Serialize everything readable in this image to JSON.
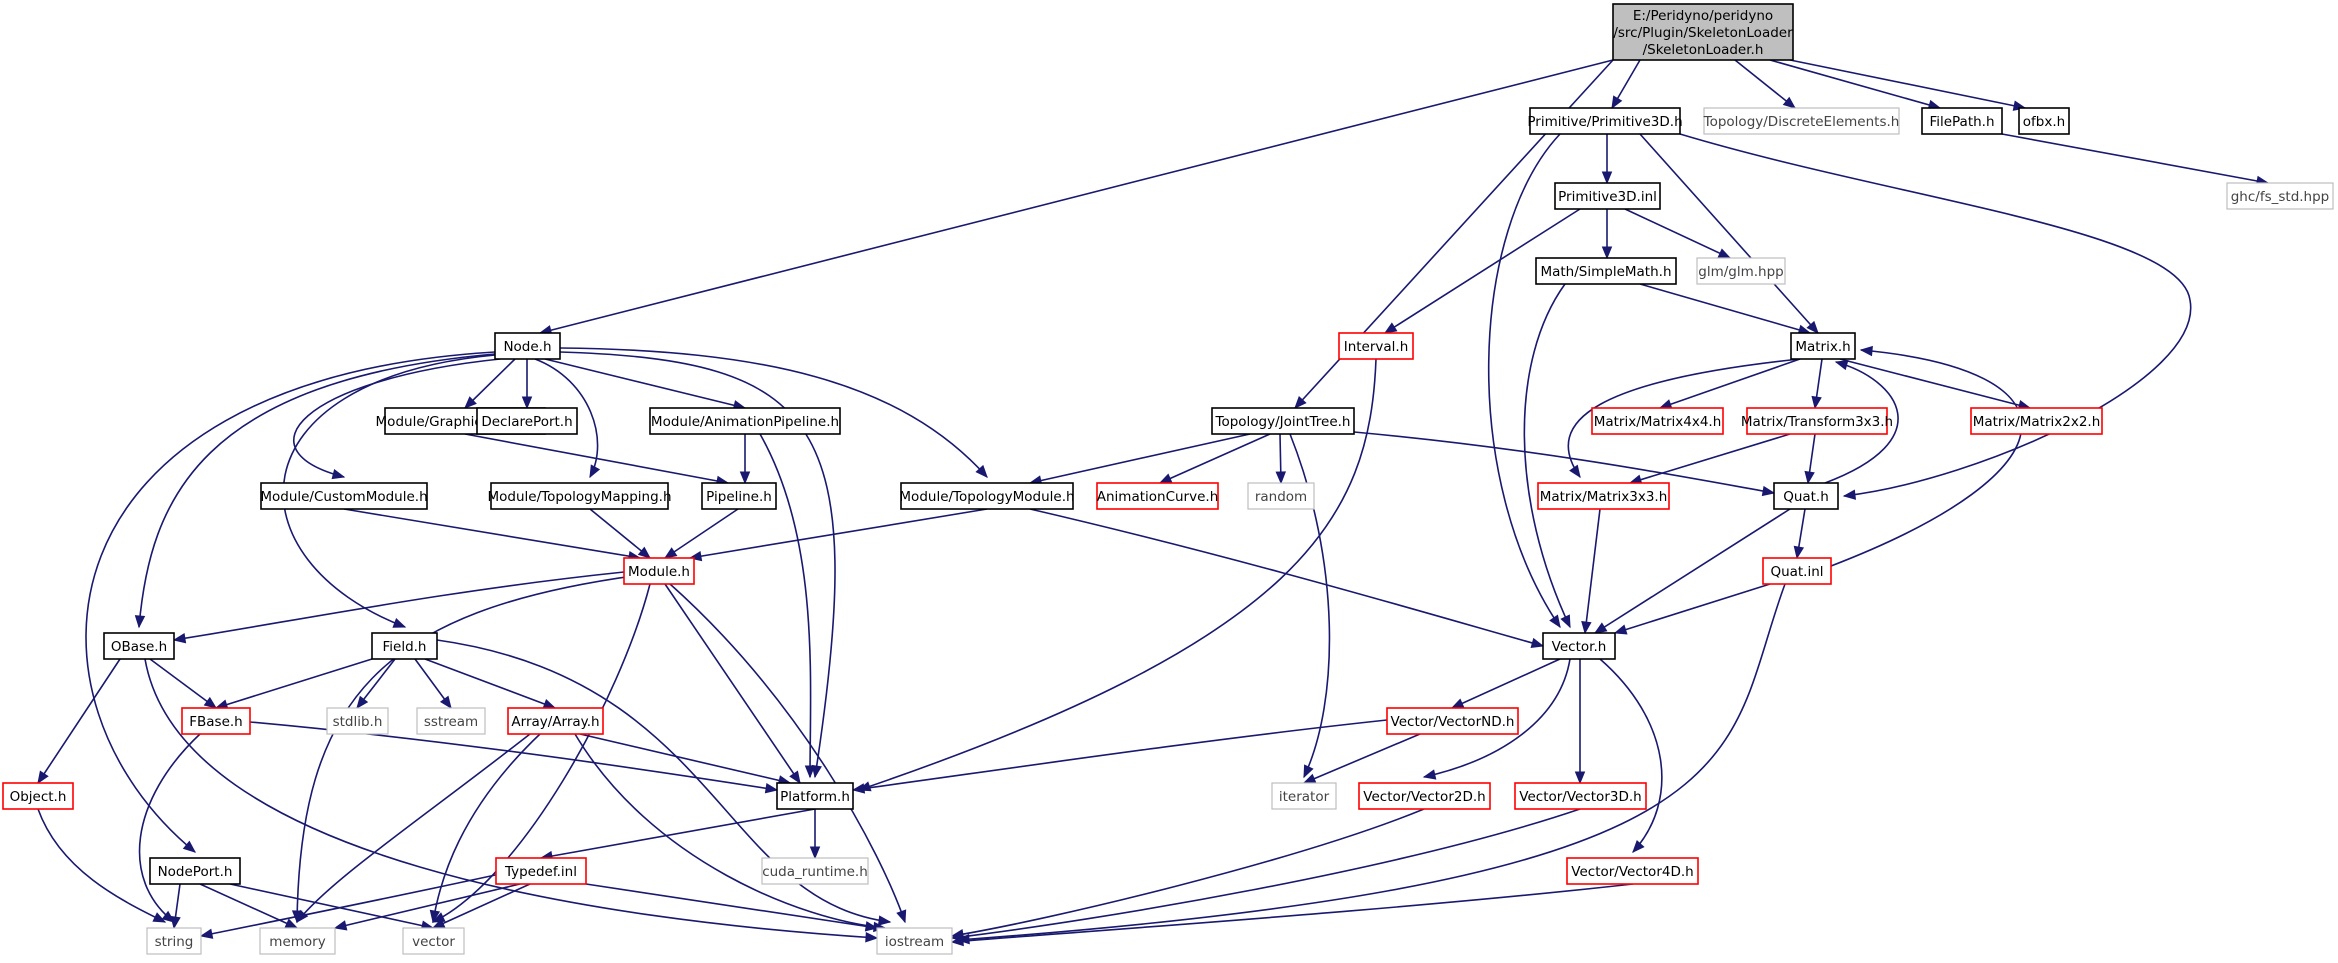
{
  "colors": {
    "edge": "#191970",
    "border_documented": "#000000",
    "border_undocumented": "#ff0000",
    "border_external": "#bfbfbf",
    "root_fill": "#bfbfbf",
    "node_fill": "#ffffff"
  },
  "nodes": [
    {
      "id": "root",
      "lines": [
        "E:/Peridyno/peridyno",
        "/src/Plugin/SkeletonLoader",
        "/SkeletonLoader.h"
      ],
      "kind": "root"
    },
    {
      "id": "prim3d",
      "lines": [
        "Primitive/Primitive3D.h"
      ],
      "kind": "doc"
    },
    {
      "id": "discrete",
      "lines": [
        "Topology/DiscreteElements.h"
      ],
      "kind": "ext"
    },
    {
      "id": "filepath",
      "lines": [
        "FilePath.h"
      ],
      "kind": "doc"
    },
    {
      "id": "ofbx",
      "lines": [
        "ofbx.h"
      ],
      "kind": "doc"
    },
    {
      "id": "fsstd",
      "lines": [
        "ghc/fs_std.hpp"
      ],
      "kind": "ext"
    },
    {
      "id": "prim3dinl",
      "lines": [
        "Primitive3D.inl"
      ],
      "kind": "doc"
    },
    {
      "id": "glm",
      "lines": [
        "glm/glm.hpp"
      ],
      "kind": "ext"
    },
    {
      "id": "simplemath",
      "lines": [
        "Math/SimpleMath.h"
      ],
      "kind": "doc"
    },
    {
      "id": "interval",
      "lines": [
        "Interval.h"
      ],
      "kind": "red"
    },
    {
      "id": "matrix",
      "lines": [
        "Matrix.h"
      ],
      "kind": "doc"
    },
    {
      "id": "node",
      "lines": [
        "Node.h"
      ],
      "kind": "doc"
    },
    {
      "id": "gfxpipe",
      "lines": [
        "Module/GraphicsPipeline.h"
      ],
      "kind": "doc"
    },
    {
      "id": "declport",
      "lines": [
        "DeclarePort.h"
      ],
      "kind": "doc"
    },
    {
      "id": "animpipe",
      "lines": [
        "Module/AnimationPipeline.h"
      ],
      "kind": "doc"
    },
    {
      "id": "jointtree",
      "lines": [
        "Topology/JointTree.h"
      ],
      "kind": "doc"
    },
    {
      "id": "m4x4",
      "lines": [
        "Matrix/Matrix4x4.h"
      ],
      "kind": "red"
    },
    {
      "id": "t3x3",
      "lines": [
        "Matrix/Transform3x3.h"
      ],
      "kind": "red"
    },
    {
      "id": "m2x2",
      "lines": [
        "Matrix/Matrix2x2.h"
      ],
      "kind": "red"
    },
    {
      "id": "custmod",
      "lines": [
        "Module/CustomModule.h"
      ],
      "kind": "doc"
    },
    {
      "id": "topomap",
      "lines": [
        "Module/TopologyMapping.h"
      ],
      "kind": "doc"
    },
    {
      "id": "pipeline",
      "lines": [
        "Pipeline.h"
      ],
      "kind": "doc"
    },
    {
      "id": "topomod",
      "lines": [
        "Module/TopologyModule.h"
      ],
      "kind": "doc"
    },
    {
      "id": "animcurve",
      "lines": [
        "AnimationCurve.h"
      ],
      "kind": "red"
    },
    {
      "id": "random",
      "lines": [
        "random"
      ],
      "kind": "ext"
    },
    {
      "id": "m3x3",
      "lines": [
        "Matrix/Matrix3x3.h"
      ],
      "kind": "red"
    },
    {
      "id": "quat",
      "lines": [
        "Quat.h"
      ],
      "kind": "doc"
    },
    {
      "id": "module",
      "lines": [
        "Module.h"
      ],
      "kind": "red"
    },
    {
      "id": "quatinl",
      "lines": [
        "Quat.inl"
      ],
      "kind": "red"
    },
    {
      "id": "obase",
      "lines": [
        "OBase.h"
      ],
      "kind": "doc"
    },
    {
      "id": "field",
      "lines": [
        "Field.h"
      ],
      "kind": "doc"
    },
    {
      "id": "vector",
      "lines": [
        "Vector.h"
      ],
      "kind": "doc"
    },
    {
      "id": "fbase",
      "lines": [
        "FBase.h"
      ],
      "kind": "red"
    },
    {
      "id": "stdlib",
      "lines": [
        "stdlib.h"
      ],
      "kind": "ext"
    },
    {
      "id": "sstream",
      "lines": [
        "sstream"
      ],
      "kind": "ext"
    },
    {
      "id": "array",
      "lines": [
        "Array/Array.h"
      ],
      "kind": "red"
    },
    {
      "id": "vecnd",
      "lines": [
        "Vector/VectorND.h"
      ],
      "kind": "red"
    },
    {
      "id": "object",
      "lines": [
        "Object.h"
      ],
      "kind": "red"
    },
    {
      "id": "platform",
      "lines": [
        "Platform.h"
      ],
      "kind": "doc"
    },
    {
      "id": "iterator",
      "lines": [
        "iterator"
      ],
      "kind": "ext"
    },
    {
      "id": "vec2d",
      "lines": [
        "Vector/Vector2D.h"
      ],
      "kind": "red"
    },
    {
      "id": "vec3d",
      "lines": [
        "Vector/Vector3D.h"
      ],
      "kind": "red"
    },
    {
      "id": "cudart",
      "lines": [
        "cuda_runtime.h"
      ],
      "kind": "ext"
    },
    {
      "id": "nodeport",
      "lines": [
        "NodePort.h"
      ],
      "kind": "doc"
    },
    {
      "id": "typedef",
      "lines": [
        "Typedef.inl"
      ],
      "kind": "red"
    },
    {
      "id": "vec4d",
      "lines": [
        "Vector/Vector4D.h"
      ],
      "kind": "red"
    },
    {
      "id": "string",
      "lines": [
        "string"
      ],
      "kind": "ext"
    },
    {
      "id": "memory",
      "lines": [
        "memory"
      ],
      "kind": "ext"
    },
    {
      "id": "vectorstd",
      "lines": [
        "vector"
      ],
      "kind": "ext"
    },
    {
      "id": "iostream",
      "lines": [
        "iostream"
      ],
      "kind": "ext"
    }
  ]
}
